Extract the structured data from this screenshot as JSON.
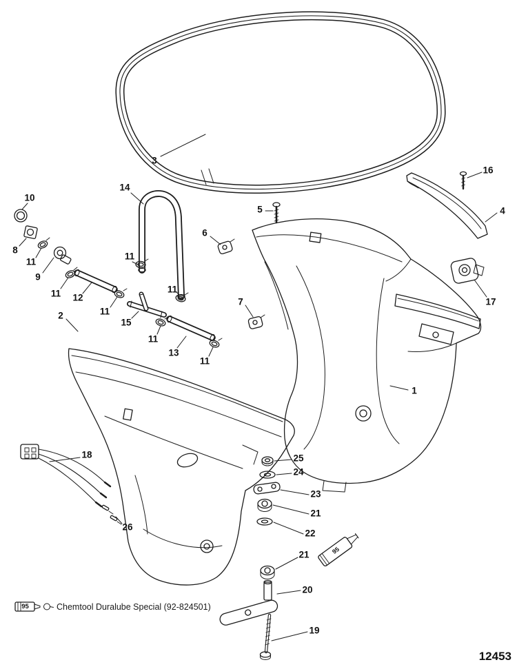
{
  "diagram": {
    "callouts": [
      "3",
      "16",
      "4",
      "14",
      "10",
      "5",
      "6",
      "8",
      "11",
      "9",
      "11",
      "12",
      "11",
      "11",
      "2",
      "11",
      "15",
      "7",
      "17",
      "11",
      "13",
      "11",
      "1",
      "18",
      "25",
      "24",
      "23",
      "21",
      "26",
      "22",
      "21",
      "20",
      "19"
    ],
    "tube_code": "95",
    "footer_badge": "95",
    "footer_note": "Chemtool Duralube Special (92-824501)",
    "drawing_number": "12453"
  }
}
